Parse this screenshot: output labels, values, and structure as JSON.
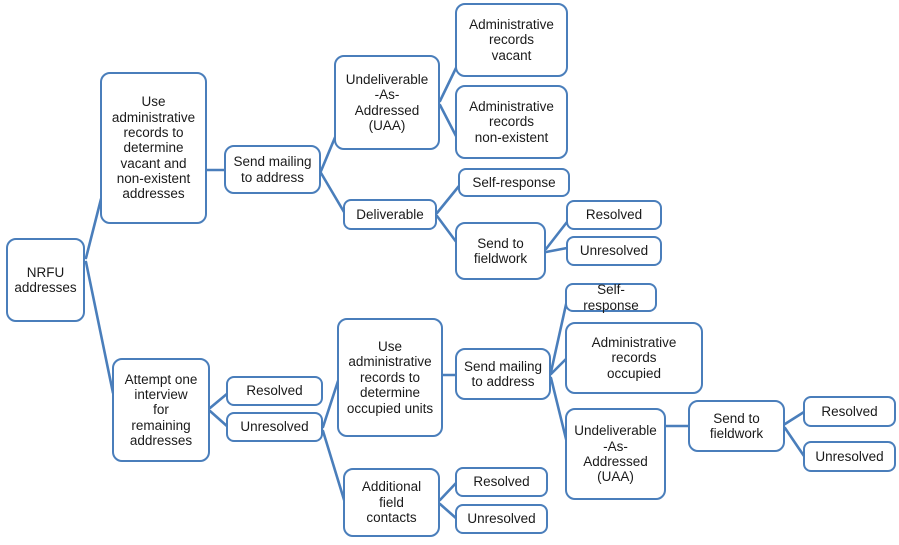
{
  "diagram": {
    "title": "NRFU address resolution flowchart",
    "accent_color": "#4A7EBB",
    "box_fill": "#FFFFFF",
    "text_color": "#1A1A1A",
    "nodes": [
      {
        "id": "nrfu",
        "label": "NRFU\naddresses"
      },
      {
        "id": "admin-vacant-proc",
        "label": "Use\nadministrative\nrecords to\ndetermine\nvacant and\nnon-existent\naddresses"
      },
      {
        "id": "mail-top",
        "label": "Send mailing\nto address"
      },
      {
        "id": "uaa-top",
        "label": "Undeliverable\n-As-\nAddressed\n(UAA)"
      },
      {
        "id": "admin-vacant",
        "label": "Administrative\nrecords\nvacant"
      },
      {
        "id": "admin-nonexistent",
        "label": "Administrative\nrecords\nnon-existent"
      },
      {
        "id": "deliverable",
        "label": "Deliverable"
      },
      {
        "id": "self-response-top",
        "label": "Self-response"
      },
      {
        "id": "fieldwork-top",
        "label": "Send to\nfieldwork"
      },
      {
        "id": "resolved-top",
        "label": "Resolved"
      },
      {
        "id": "unresolved-top",
        "label": "Unresolved"
      },
      {
        "id": "attempt",
        "label": "Attempt one\ninterview\nfor\nremaining\naddresses"
      },
      {
        "id": "resolved-attempt",
        "label": "Resolved"
      },
      {
        "id": "unresolved-attempt",
        "label": "Unresolved"
      },
      {
        "id": "admin-occ-proc",
        "label": "Use\nadministrative\nrecords to\ndetermine\noccupied units"
      },
      {
        "id": "mail-bottom",
        "label": "Send mailing\nto address"
      },
      {
        "id": "self-response-bot",
        "label": "Self-response"
      },
      {
        "id": "admin-occupied",
        "label": "Administrative\nrecords\noccupied"
      },
      {
        "id": "uaa-bottom",
        "label": "Undeliverable\n-As-\nAddressed\n(UAA)"
      },
      {
        "id": "fieldwork-bot",
        "label": "Send to\nfieldwork"
      },
      {
        "id": "resolved-bot",
        "label": "Resolved"
      },
      {
        "id": "unresolved-bot",
        "label": "Unresolved"
      },
      {
        "id": "addl-contacts",
        "label": "Additional\nfield\ncontacts"
      },
      {
        "id": "resolved-addl",
        "label": "Resolved"
      },
      {
        "id": "unresolved-addl",
        "label": "Unresolved"
      }
    ]
  }
}
